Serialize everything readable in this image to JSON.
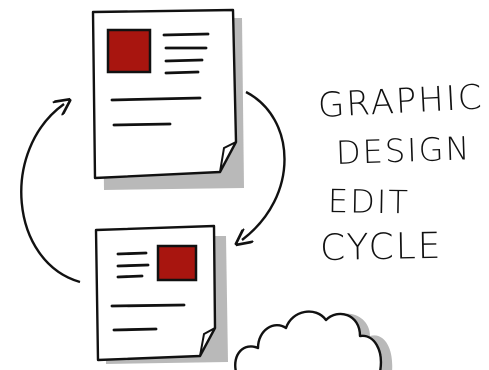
{
  "caption": {
    "line1": "GRAPHIC",
    "line2": "DESIGN",
    "line3": "EDIT",
    "line4": "CYCLE"
  },
  "colors": {
    "ink": "#111111",
    "accent_red": "#a8150f",
    "shadow_gray": "#b9b9b9",
    "paper": "#ffffff"
  }
}
